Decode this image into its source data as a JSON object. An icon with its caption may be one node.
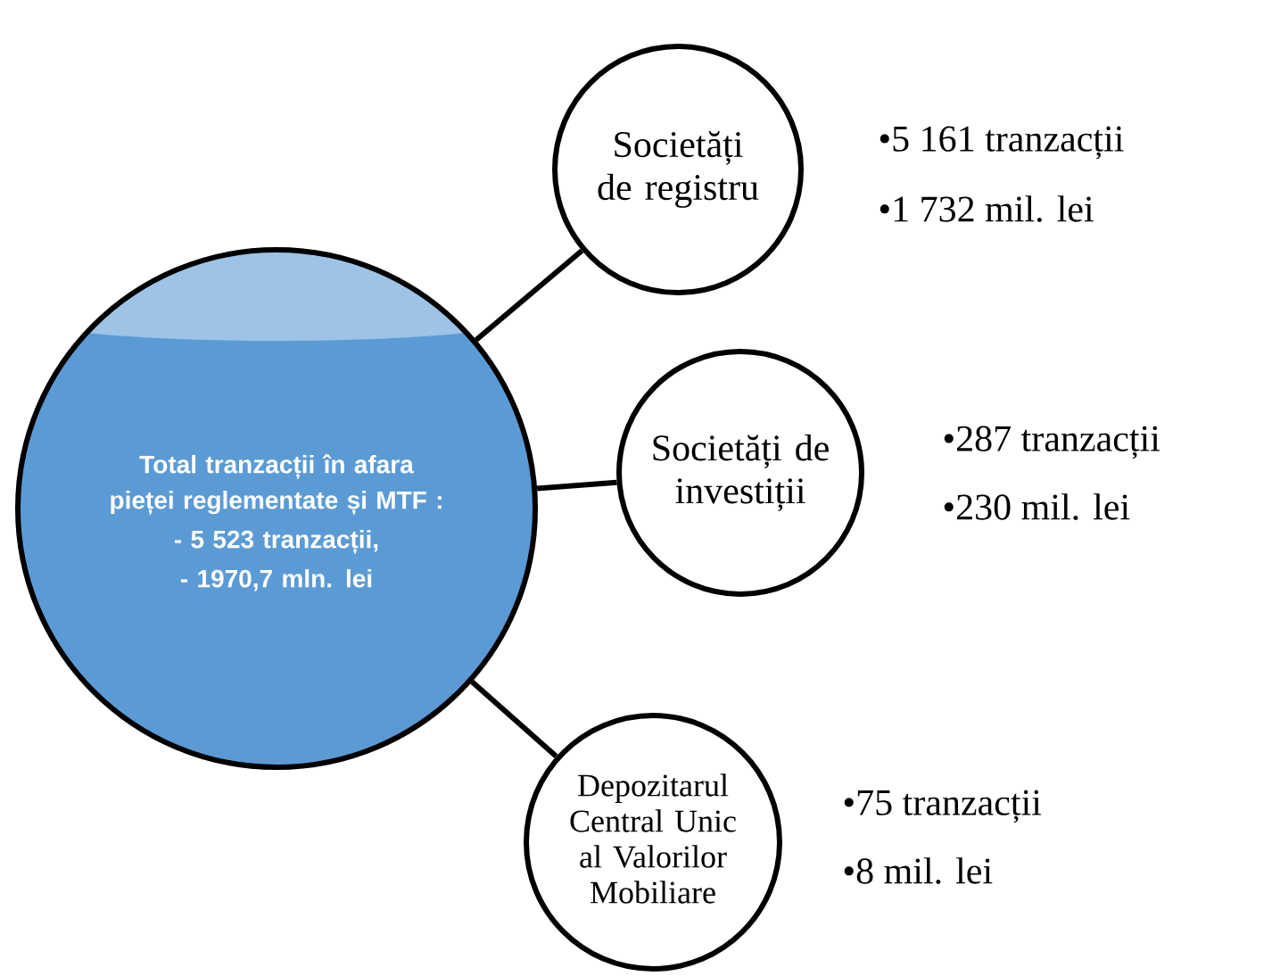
{
  "diagram": {
    "nodes": [
      {
        "text": [
          "Total tranzacții în afara pieței reglementate și MTF :",
          "- 5 523 tranzacții,",
          "- 1970,7 mln. lei"
        ]
      },
      {
        "text": [
          "Societăți de registru"
        ],
        "beside": [
          "•5 161 tranzacții",
          "•1 732 mil. lei"
        ]
      },
      {
        "text": [
          "Societăți de investiții"
        ],
        "beside": [
          "•287 tranzacții",
          "•230 mil. lei"
        ]
      },
      {
        "text": [
          "Depozitarul Central Unic al Valorilor Mobiliare"
        ],
        "beside": [
          "•75 tranzacții",
          "•8 mil. lei"
        ]
      }
    ],
    "edges": [
      {
        "from": 0,
        "to": 1,
        "arrow": "none"
      },
      {
        "from": 0,
        "to": 2,
        "arrow": "none"
      },
      {
        "from": 0,
        "to": 3,
        "arrow": "none"
      }
    ]
  }
}
